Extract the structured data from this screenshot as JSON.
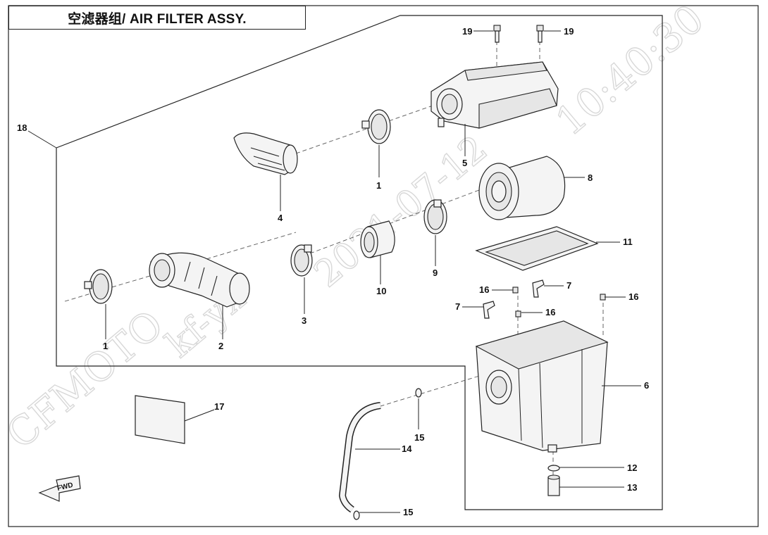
{
  "title": "空滤器组/ AIR FILTER ASSY.",
  "watermarks": {
    "brand": "CFMOTO",
    "user": "kf-yx",
    "date": "2021-07-12",
    "time": "10:40:30"
  },
  "fwd_label": "FWD",
  "callouts": {
    "c1a": "1",
    "c1b": "1",
    "c2": "2",
    "c3": "3",
    "c4": "4",
    "c5": "5",
    "c6": "6",
    "c7a": "7",
    "c7b": "7",
    "c8": "8",
    "c9": "9",
    "c10": "10",
    "c11": "11",
    "c12": "12",
    "c13": "13",
    "c14": "14",
    "c15a": "15",
    "c15b": "15",
    "c16a": "16",
    "c16b": "16",
    "c16c": "16",
    "c17": "17",
    "c18": "18",
    "c19a": "19",
    "c19b": "19"
  }
}
